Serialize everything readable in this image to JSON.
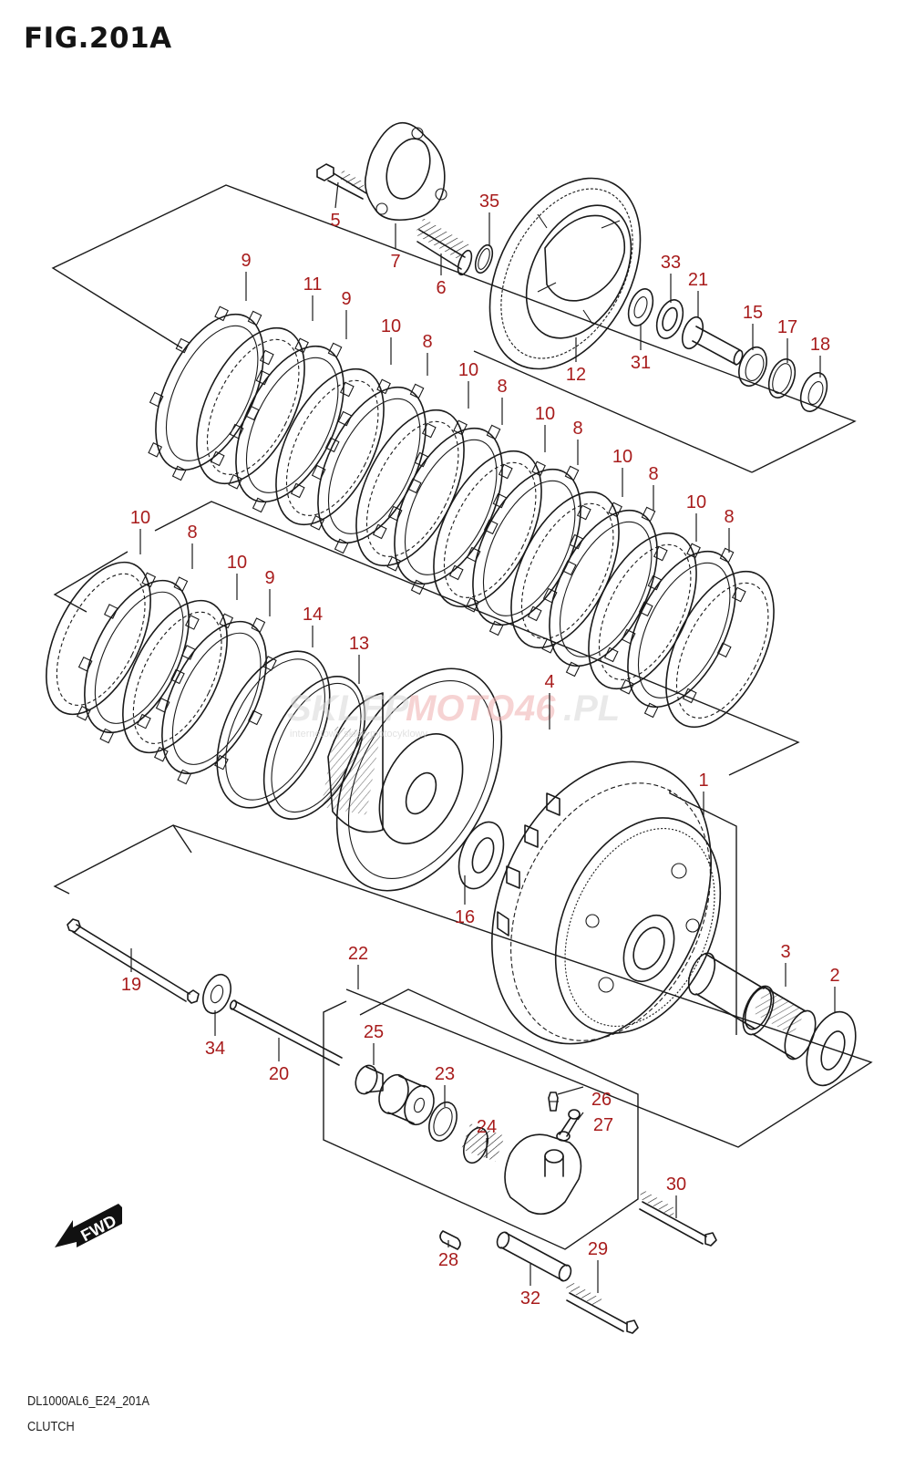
{
  "figure": {
    "title": "FIG.201A",
    "model_code": "DL1000AL6_E24_201A",
    "section_name": "CLUTCH",
    "label_color": "#a81c1c"
  },
  "watermark": {
    "text_a": "SKLEP",
    "text_b": "MOTO",
    "text_c": "46",
    "text_d": ".PL",
    "subtitle": "internetowy sklep motocyklowy"
  },
  "fwd_arrow": {
    "label": "FWD"
  },
  "callouts": [
    {
      "id": "5",
      "part": "bolt"
    },
    {
      "id": "7",
      "part": "pressure-plate-retainer"
    },
    {
      "id": "35",
      "part": "washer"
    },
    {
      "id": "6",
      "part": "spring"
    },
    {
      "id": "12",
      "part": "pressure-plate"
    },
    {
      "id": "33",
      "part": "bearing"
    },
    {
      "id": "21",
      "part": "push-piece"
    },
    {
      "id": "31",
      "part": "washer"
    },
    {
      "id": "15",
      "part": "nut"
    },
    {
      "id": "17",
      "part": "washer"
    },
    {
      "id": "18",
      "part": "washer"
    },
    {
      "id": "9",
      "part": "drive-plate"
    },
    {
      "id": "11",
      "part": "driven-plate"
    },
    {
      "id": "9",
      "part": "drive-plate"
    },
    {
      "id": "10",
      "part": "driven-plate"
    },
    {
      "id": "8",
      "part": "drive-plate"
    },
    {
      "id": "10",
      "part": "driven-plate"
    },
    {
      "id": "8",
      "part": "drive-plate"
    },
    {
      "id": "10",
      "part": "driven-plate"
    },
    {
      "id": "8",
      "part": "drive-plate"
    },
    {
      "id": "10",
      "part": "driven-plate"
    },
    {
      "id": "8",
      "part": "drive-plate"
    },
    {
      "id": "10",
      "part": "driven-plate"
    },
    {
      "id": "8",
      "part": "drive-plate"
    },
    {
      "id": "10",
      "part": "driven-plate"
    },
    {
      "id": "8",
      "part": "drive-plate"
    },
    {
      "id": "10",
      "part": "driven-plate"
    },
    {
      "id": "9",
      "part": "drive-plate"
    },
    {
      "id": "14",
      "part": "spring-washer"
    },
    {
      "id": "13",
      "part": "spring-washer-seat"
    },
    {
      "id": "4",
      "part": "clutch-sleeve-hub"
    },
    {
      "id": "1",
      "part": "primary-driven-gear-assy"
    },
    {
      "id": "16",
      "part": "thrust-washer"
    },
    {
      "id": "3",
      "part": "needle-bearing"
    },
    {
      "id": "2",
      "part": "thrust-washer"
    },
    {
      "id": "19",
      "part": "push-rod"
    },
    {
      "id": "34",
      "part": "oil-seal"
    },
    {
      "id": "20",
      "part": "push-rod"
    },
    {
      "id": "22",
      "part": "clutch-release-cylinder-assy"
    },
    {
      "id": "25",
      "part": "boot"
    },
    {
      "id": "23",
      "part": "piston-seal"
    },
    {
      "id": "24",
      "part": "spring"
    },
    {
      "id": "26",
      "part": "bleeder-valve"
    },
    {
      "id": "27",
      "part": "cap"
    },
    {
      "id": "30",
      "part": "bolt"
    },
    {
      "id": "28",
      "part": "dowel-pin"
    },
    {
      "id": "32",
      "part": "pipe"
    },
    {
      "id": "29",
      "part": "bolt"
    }
  ]
}
